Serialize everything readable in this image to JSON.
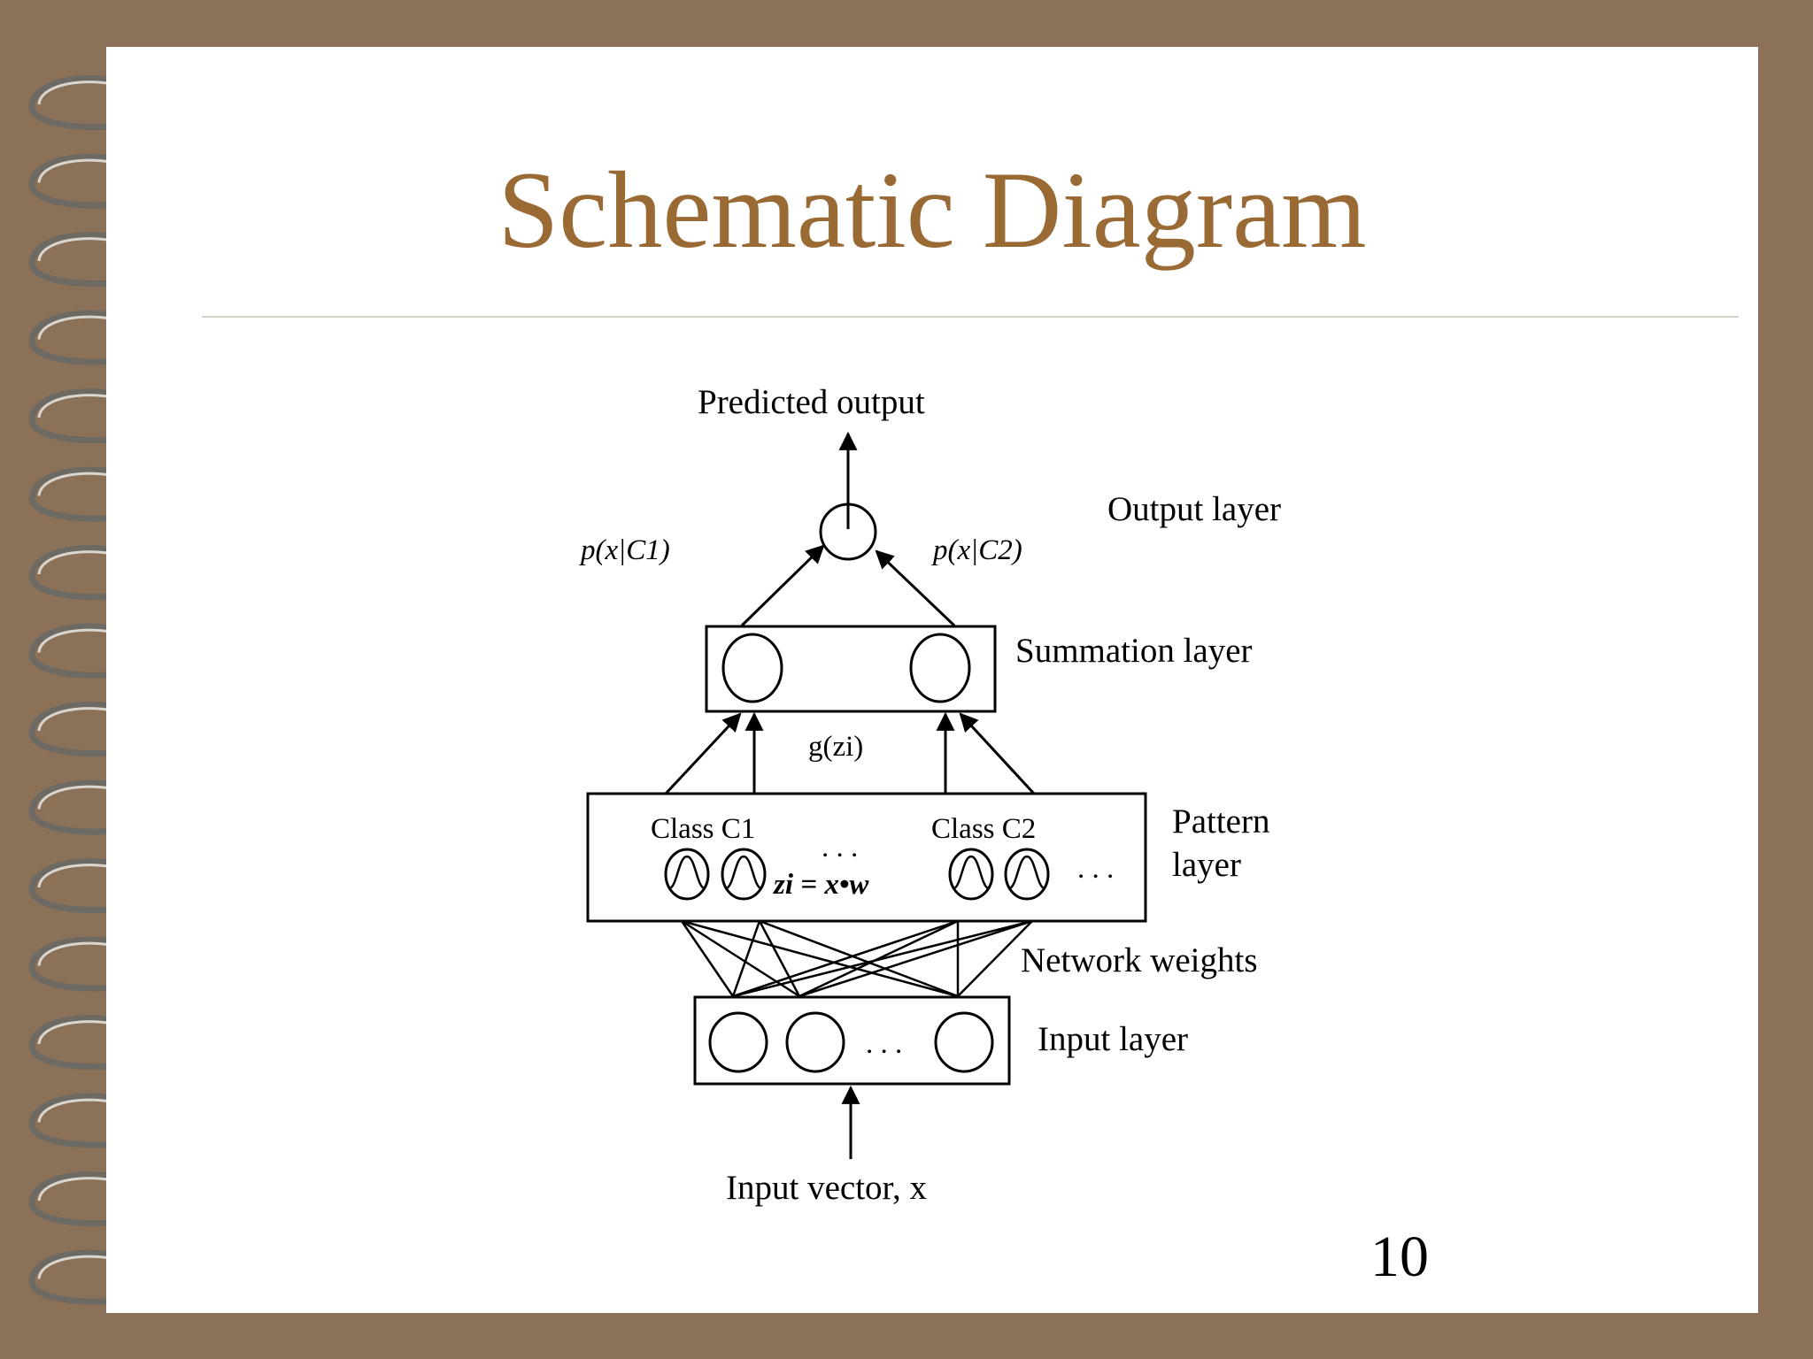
{
  "slide": {
    "title": "Schematic Diagram",
    "page_number": "10"
  },
  "diagram": {
    "predicted_output": "Predicted output",
    "output_layer": "Output layer",
    "p_c1": "p(x|C1)",
    "p_c2": "p(x|C2)",
    "summation_layer": "Summation layer",
    "g_zi": "g(zi)",
    "pattern_layer_line1": "Pattern",
    "pattern_layer_line2": "layer",
    "class_c1": "Class C1",
    "class_c2": "Class C2",
    "zi_eq": "zi = x•w",
    "ellipsis": ". . .",
    "network_weights": "Network weights",
    "input_layer": "Input layer",
    "input_vector": "Input vector, x"
  },
  "colors": {
    "frame": "#8b7158",
    "page": "#ffffff",
    "title": "#9a6a35"
  }
}
